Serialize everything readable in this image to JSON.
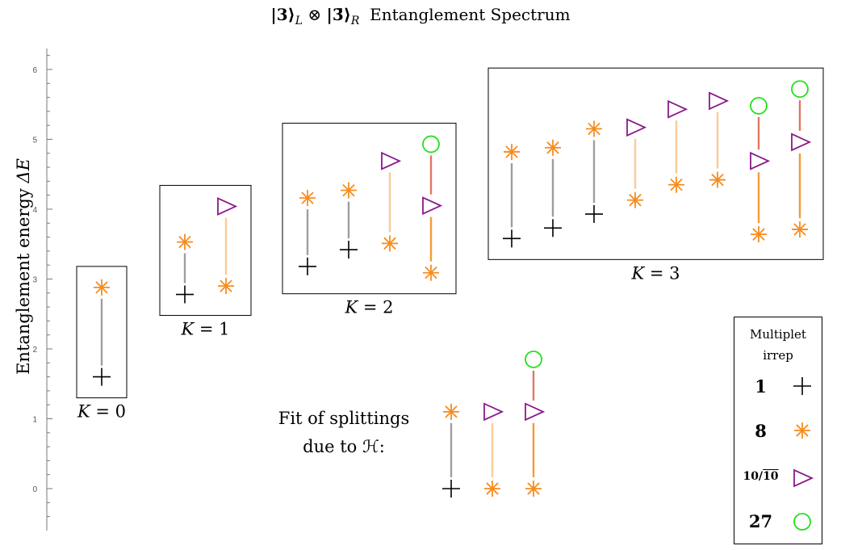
{
  "title": "|3⟩_L ⊗ |3̄⟩_R  Entanglement Spectrum",
  "title_parts": {
    "ket1": "|3⟩",
    "sub1": "L",
    "otimes": "⊗",
    "ket2": "|3̄⟩",
    "sub2": "R",
    "text": "Entanglement Spectrum"
  },
  "ylabel": "Entanglement energy ΔE",
  "ylabel_parts": {
    "text": "Entanglement energy",
    "math": "ΔE"
  },
  "fit_label": {
    "line1": "Fit of splittings",
    "line2": "due to ℋ:"
  },
  "legend": {
    "header_line1": "Multiplet",
    "header_line2": "irrep",
    "items": [
      {
        "label": "1",
        "marker": "plus-marker",
        "color": "#000000"
      },
      {
        "label": "8",
        "marker": "asterisk-marker",
        "color": "#f78c1e"
      },
      {
        "label": "10/10̄",
        "label_a": "10/",
        "label_b": "10",
        "marker": "triangle-marker",
        "color": "#8b1a8b"
      },
      {
        "label": "27",
        "marker": "circle-marker",
        "color": "#22e11a"
      }
    ]
  },
  "colors": {
    "singlet": "#000000",
    "octet": "#f78c1e",
    "decuplet": "#8b1a8b",
    "twentyseven": "#22e11a",
    "line_1_8": "#9e9e9e",
    "line_8_10_light": "#f9cc99",
    "line_8_10": "#f79a36",
    "line_10_27": "#e07763"
  },
  "chart_data": {
    "type": "scatter",
    "ylim": [
      -0.6,
      6.3
    ],
    "yticks": [
      0,
      1,
      2,
      3,
      4,
      5,
      6
    ],
    "groups": [
      {
        "label": "K = 0",
        "k": "0",
        "columns": [
          {
            "points": [
              {
                "y": 1.6,
                "irrep": "1"
              },
              {
                "y": 2.88,
                "irrep": "8"
              }
            ],
            "line": "line_1_8"
          }
        ]
      },
      {
        "label": "K = 1",
        "k": "1",
        "columns": [
          {
            "points": [
              {
                "y": 2.78,
                "irrep": "1"
              },
              {
                "y": 3.53,
                "irrep": "8"
              }
            ],
            "line": "line_1_8"
          },
          {
            "points": [
              {
                "y": 2.9,
                "irrep": "8"
              },
              {
                "y": 4.04,
                "irrep": "10"
              }
            ],
            "line": "line_8_10_light"
          }
        ]
      },
      {
        "label": "K = 2",
        "k": "2",
        "columns": [
          {
            "points": [
              {
                "y": 3.18,
                "irrep": "1"
              },
              {
                "y": 4.16,
                "irrep": "8"
              }
            ],
            "line": "line_1_8"
          },
          {
            "points": [
              {
                "y": 3.42,
                "irrep": "1"
              },
              {
                "y": 4.27,
                "irrep": "8"
              }
            ],
            "line": "line_1_8"
          },
          {
            "points": [
              {
                "y": 3.51,
                "irrep": "8"
              },
              {
                "y": 4.69,
                "irrep": "10"
              }
            ],
            "line": "line_8_10_light"
          },
          {
            "points": [
              {
                "y": 3.09,
                "irrep": "8"
              },
              {
                "y": 4.05,
                "irrep": "10"
              },
              {
                "y": 4.93,
                "irrep": "27"
              }
            ],
            "lines": [
              "line_8_10",
              "line_10_27"
            ]
          }
        ]
      },
      {
        "label": "K = 3",
        "k": "3",
        "columns": [
          {
            "points": [
              {
                "y": 3.58,
                "irrep": "1"
              },
              {
                "y": 4.82,
                "irrep": "8"
              }
            ],
            "line": "line_1_8"
          },
          {
            "points": [
              {
                "y": 3.73,
                "irrep": "1"
              },
              {
                "y": 4.88,
                "irrep": "8"
              }
            ],
            "line": "line_1_8"
          },
          {
            "points": [
              {
                "y": 3.93,
                "irrep": "1"
              },
              {
                "y": 5.15,
                "irrep": "8"
              }
            ],
            "line": "line_1_8"
          },
          {
            "points": [
              {
                "y": 4.13,
                "irrep": "8"
              },
              {
                "y": 5.17,
                "irrep": "10"
              }
            ],
            "line": "line_8_10_light"
          },
          {
            "points": [
              {
                "y": 4.35,
                "irrep": "8"
              },
              {
                "y": 5.43,
                "irrep": "10"
              }
            ],
            "line": "line_8_10_light"
          },
          {
            "points": [
              {
                "y": 4.42,
                "irrep": "8"
              },
              {
                "y": 5.55,
                "irrep": "10"
              }
            ],
            "line": "line_8_10_light"
          },
          {
            "points": [
              {
                "y": 3.64,
                "irrep": "8"
              },
              {
                "y": 4.69,
                "irrep": "10"
              },
              {
                "y": 5.48,
                "irrep": "27"
              }
            ],
            "lines": [
              "line_8_10",
              "line_10_27"
            ]
          },
          {
            "points": [
              {
                "y": 3.71,
                "irrep": "8"
              },
              {
                "y": 4.96,
                "irrep": "10"
              },
              {
                "y": 5.72,
                "irrep": "27"
              }
            ],
            "lines": [
              "line_8_10",
              "line_10_27"
            ]
          }
        ]
      }
    ],
    "fit": {
      "columns": [
        {
          "points": [
            {
              "y": 0.0,
              "irrep": "1"
            },
            {
              "y": 1.1,
              "irrep": "8"
            }
          ],
          "line": "line_1_8"
        },
        {
          "points": [
            {
              "y": 0.0,
              "irrep": "8"
            },
            {
              "y": 1.1,
              "irrep": "10"
            }
          ],
          "line": "line_8_10_light"
        },
        {
          "points": [
            {
              "y": 0.0,
              "irrep": "8"
            },
            {
              "y": 1.1,
              "irrep": "10"
            },
            {
              "y": 1.85,
              "irrep": "27"
            }
          ],
          "lines": [
            "line_8_10",
            "line_10_27"
          ]
        }
      ]
    }
  }
}
